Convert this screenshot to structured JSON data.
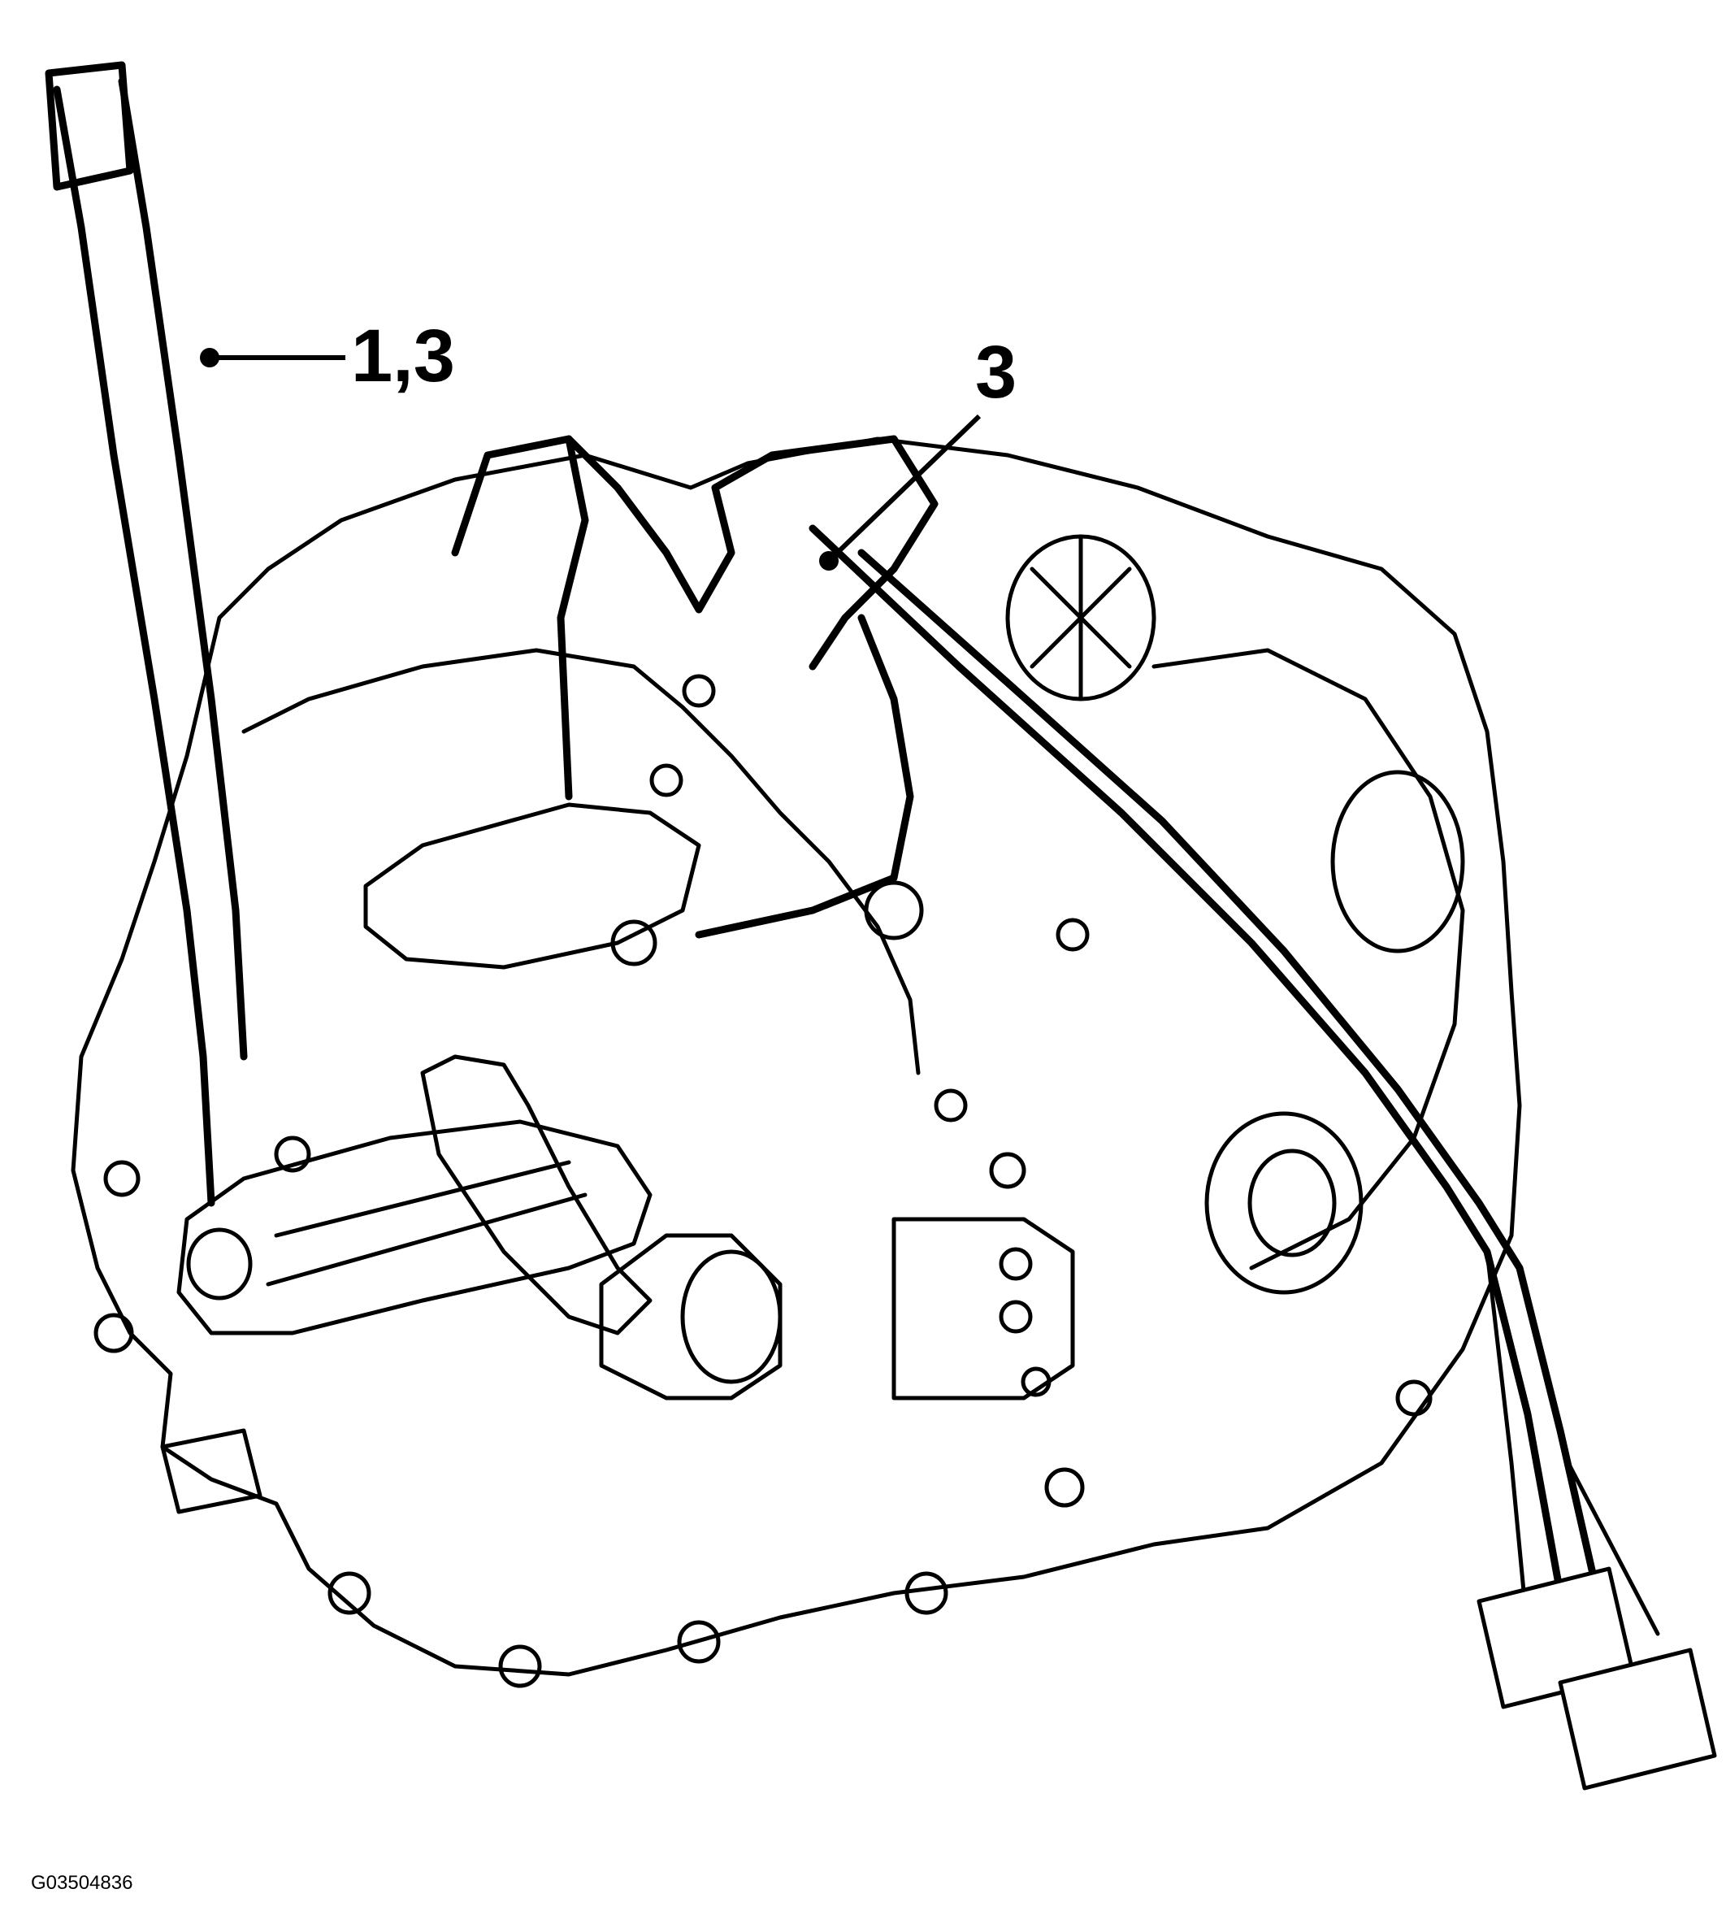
{
  "callouts": {
    "harness_left": "1,3",
    "harness_right": "3"
  },
  "figure_id": "G03504836",
  "colors": {
    "line": "#000000",
    "background": "#ffffff"
  }
}
